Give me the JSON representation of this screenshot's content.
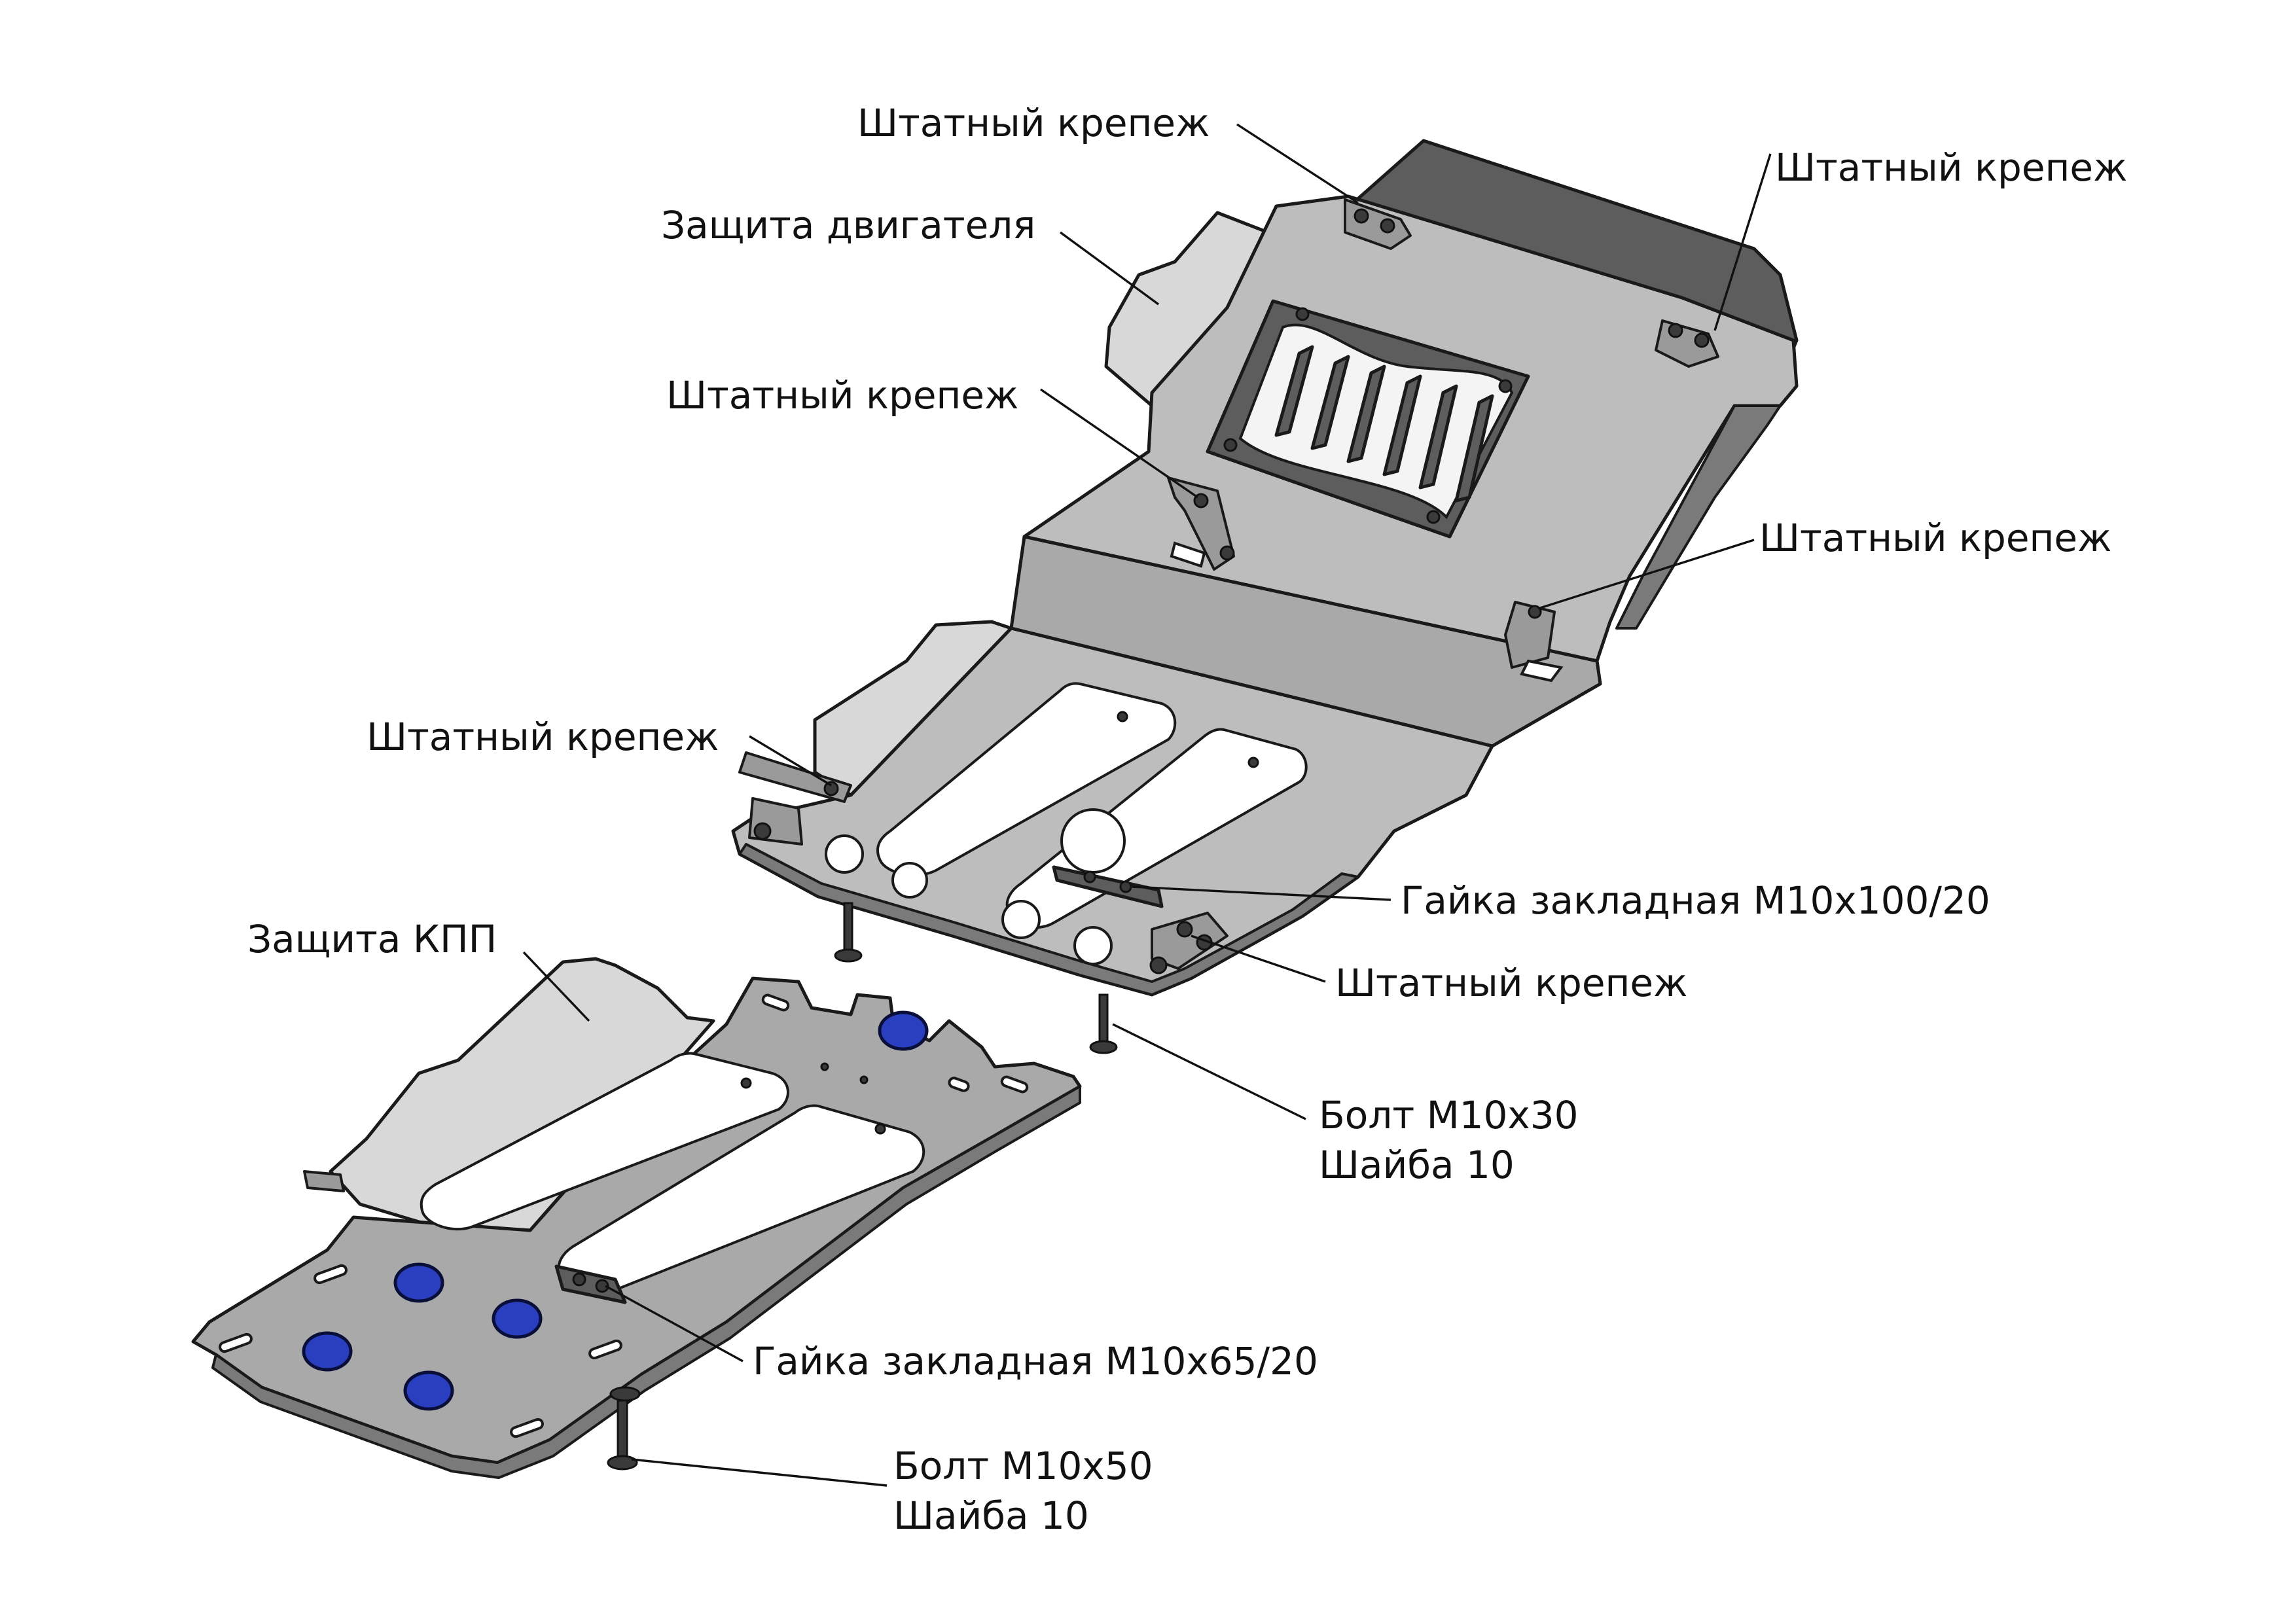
{
  "labels": {
    "engine_guard": "Защита двигателя",
    "gearbox_guard": "Защита КПП",
    "std_mount_1": "Штатный крепеж",
    "std_mount_2": "Штатный крепеж",
    "std_mount_3": "Штатный крепеж",
    "std_mount_4": "Штатный крепеж",
    "std_mount_5": "Штатный крепеж",
    "std_mount_6": "Штатный крепеж",
    "nut_large": "Гайка закладная М10х100/20",
    "nut_small": "Гайка закладная М10х65/20",
    "bolt_m10x30_line1": "Болт М10х30",
    "bolt_m10x30_line2": "Шайба 10",
    "bolt_m10x50_line1": "Болт М10х50",
    "bolt_m10x50_line2": "Шайба 10"
  },
  "colors": {
    "steel_light": "#bdbdbd",
    "steel_dark": "#5d5d5d",
    "nut_blue": "#2a3fc0"
  }
}
